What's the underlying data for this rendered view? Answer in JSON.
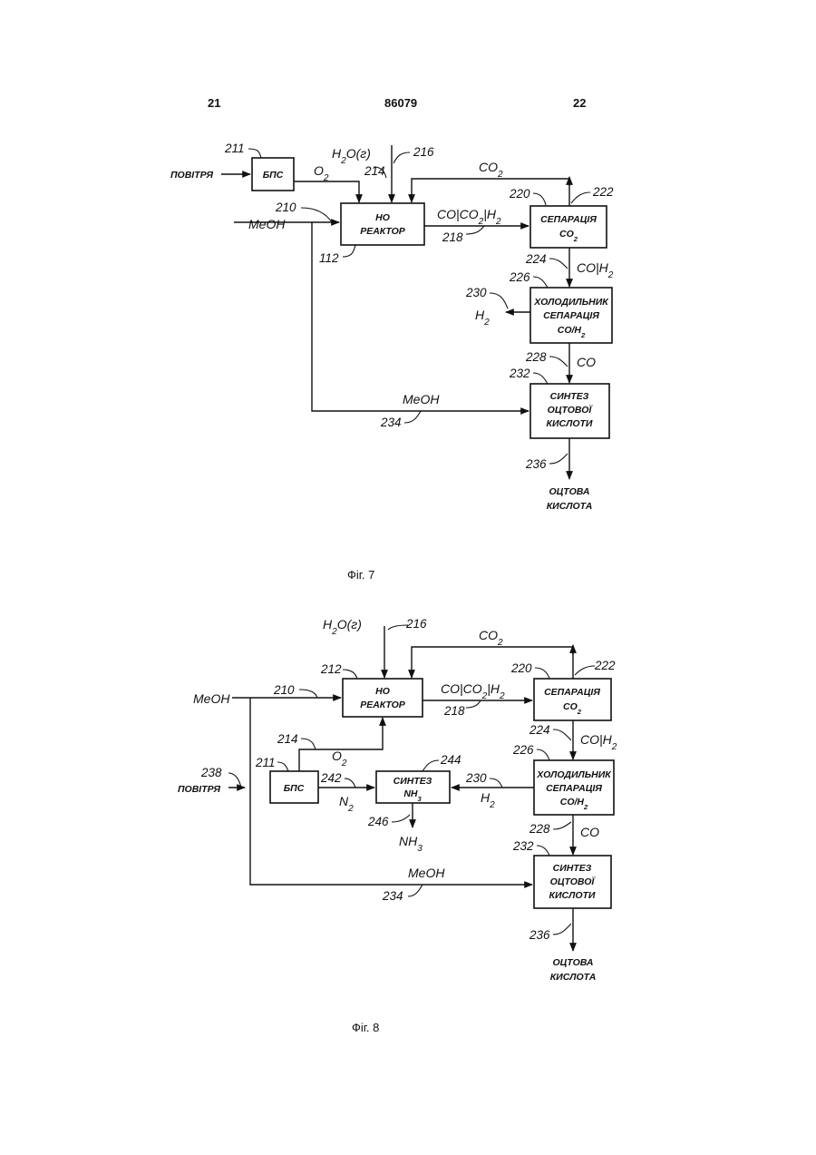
{
  "header": {
    "page_left": "21",
    "doc_number": "86079",
    "page_right": "22"
  },
  "fig7": {
    "caption": "Фіг. 7",
    "boxes": {
      "bps": "БПС",
      "reactor": [
        "НО",
        "РЕАКТОР"
      ],
      "sep_co2": [
        "СЕПАРАЦІЯ",
        "CO2"
      ],
      "cooler": [
        "ХОЛОДИЛЬНИК",
        "СЕПАРАЦІЯ",
        "CO/H2"
      ],
      "acid_synth": [
        "СИНТЕЗ",
        "ОЦТОВОЇ",
        "КИСЛОТИ"
      ]
    },
    "labels": {
      "air": "ПОВІТРЯ",
      "o2": "O2",
      "h2o": "H2O(г)",
      "co2": "CO2",
      "meoh_in": "MeOH",
      "syngas": "CO|CO2|H2",
      "co_h2": "CO|H2",
      "h2": "H2",
      "co": "CO",
      "meoh_feed": "MeOH",
      "product": [
        "ОЦТОВА",
        "КИСЛОТА"
      ]
    },
    "refs": [
      "211",
      "216",
      "214",
      "210",
      "220",
      "222",
      "218",
      "112",
      "224",
      "226",
      "230",
      "228",
      "232",
      "234",
      "236"
    ]
  },
  "fig8": {
    "caption": "Фіг. 8",
    "boxes": {
      "reactor": [
        "НО",
        "РЕАКТОР"
      ],
      "sep_co2": [
        "СЕПАРАЦІЯ",
        "CO2"
      ],
      "bps": "БПС",
      "nh3_synth": [
        "СИНТЕЗ",
        "NH3"
      ],
      "cooler": [
        "ХОЛОДИЛЬНИК",
        "СЕПАРАЦІЯ",
        "CO/H2"
      ],
      "acid_synth": [
        "СИНТЕЗ",
        "ОЦТОВОЇ",
        "КИСЛОТИ"
      ]
    },
    "labels": {
      "h2o": "H2O(г)",
      "co2": "CO2",
      "meoh_in": "MeOH",
      "syngas": "CO|CO2|H2",
      "co_h2": "CO|H2",
      "o2": "O2",
      "air": "ПОВІТРЯ",
      "n2": "N2",
      "h2": "H2",
      "nh3": "NH3",
      "co": "CO",
      "meoh_feed": "MeOH",
      "product": [
        "ОЦТОВА",
        "КИСЛОТА"
      ]
    },
    "refs": [
      "216",
      "212",
      "220",
      "222",
      "210",
      "218",
      "214",
      "224",
      "226",
      "244",
      "238",
      "211",
      "242",
      "230",
      "246",
      "228",
      "232",
      "234",
      "236"
    ]
  }
}
